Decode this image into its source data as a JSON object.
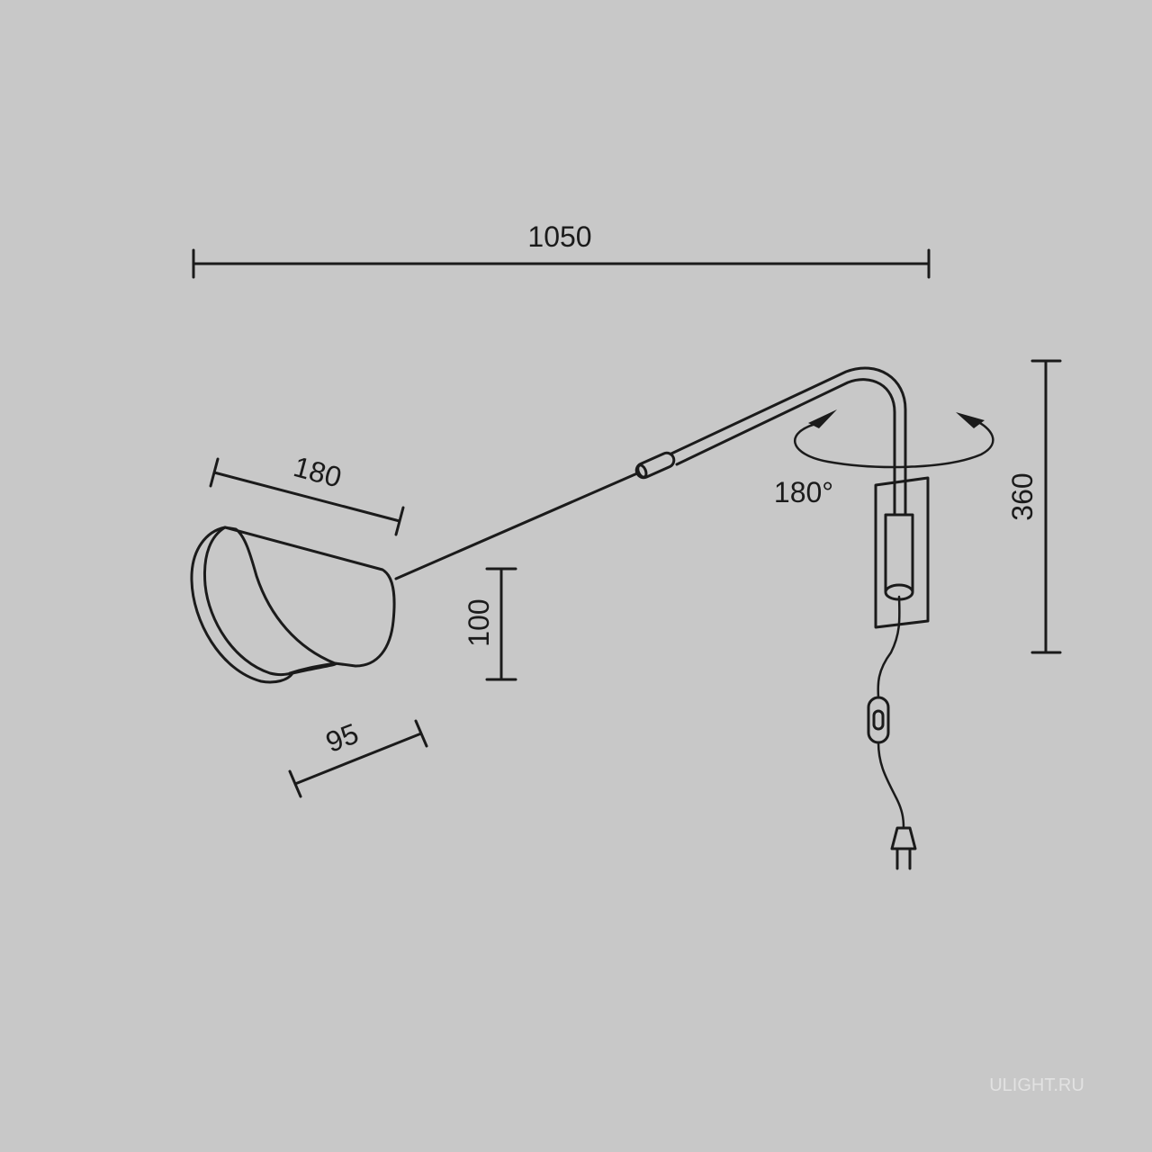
{
  "dimensions": {
    "total_length": "1050",
    "height": "360",
    "shade_length": "180",
    "shade_height": "100",
    "shade_depth": "95",
    "rotation": "180°"
  },
  "watermark": "ULIGHT.RU",
  "colors": {
    "background": "#c8c8c8",
    "line": "#1b1b1b"
  }
}
